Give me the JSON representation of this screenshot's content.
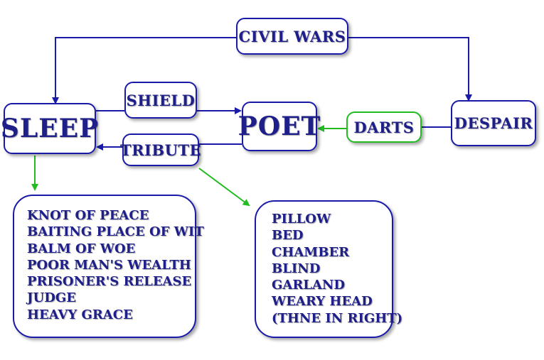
{
  "nodes": {
    "civil_wars": "CIVIL WARS",
    "sleep": "SLEEP",
    "shield": "SHIELD",
    "poet": "POET",
    "darts": "DARTS",
    "despair": "DESPAIR",
    "tribute": "TRIBUTE"
  },
  "sleep_attributes": [
    "KNOT OF PEACE",
    "BAITING PLACE OF WIT",
    "BALM OF WOE",
    "POOR MAN'S WEALTH",
    "PRISONER'S RELEASE",
    "JUDGE",
    "HEAVY GRACE"
  ],
  "tribute_items": [
    "PILLOW",
    "BED",
    "CHAMBER",
    "BLIND",
    "GARLAND",
    "WEARY HEAD",
    "(THNE IN RIGHT)"
  ],
  "colors": {
    "primary_border": "#1a1aa8",
    "text": "#1f1f8a",
    "green_accent": "#22bb22"
  }
}
